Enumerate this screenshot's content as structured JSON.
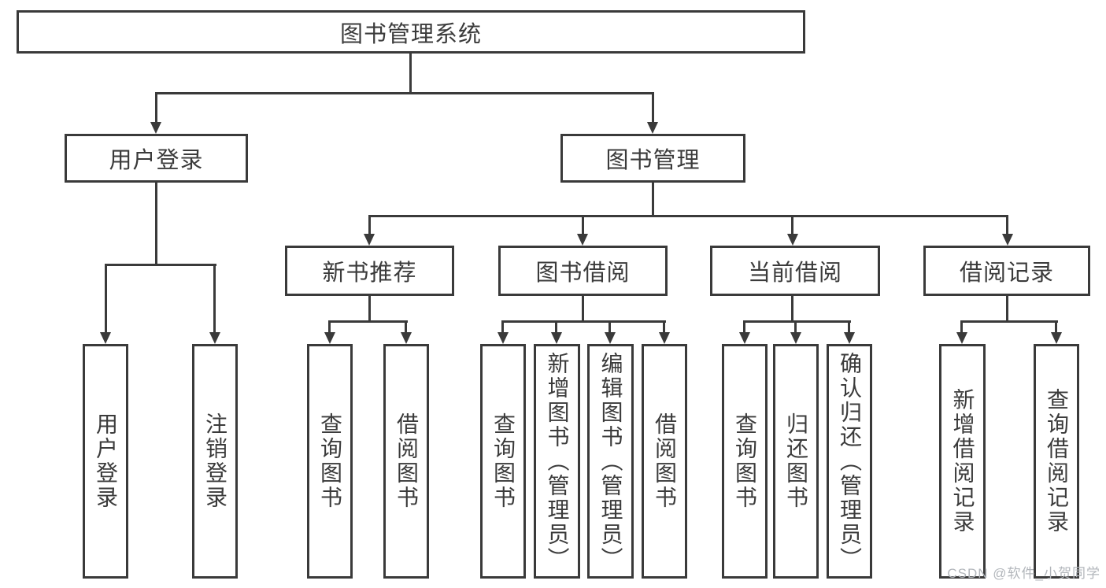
{
  "title": "图书管理系统",
  "tree": {
    "root": {
      "label": "图书管理系统",
      "children": [
        {
          "label": "用户登录",
          "children": [
            {
              "label": "用户登录"
            },
            {
              "label": "注销登录"
            }
          ]
        },
        {
          "label": "图书管理",
          "children": [
            {
              "label": "新书推荐",
              "children": [
                {
                  "label": "查询图书"
                },
                {
                  "label": "借阅图书"
                }
              ]
            },
            {
              "label": "图书借阅",
              "children": [
                {
                  "label": "查询图书"
                },
                {
                  "label": "新增图书（管理员）"
                },
                {
                  "label": "编辑图书（管理员）"
                },
                {
                  "label": "借阅图书"
                }
              ]
            },
            {
              "label": "当前借阅",
              "children": [
                {
                  "label": "查询图书"
                },
                {
                  "label": "归还图书"
                },
                {
                  "label": "确认归还（管理员）"
                }
              ]
            },
            {
              "label": "借阅记录",
              "children": [
                {
                  "label": "新增借阅记录"
                },
                {
                  "label": "查询借阅记录"
                }
              ]
            }
          ]
        }
      ]
    }
  },
  "watermark": {
    "text": "CSDN @软件_小贺同学"
  },
  "colors": {
    "line": "#3a3a3a",
    "box_border": "#3a3a3a",
    "text": "#3b3b3b",
    "watermark": "#b2b6bb",
    "background": "#ffffff"
  }
}
